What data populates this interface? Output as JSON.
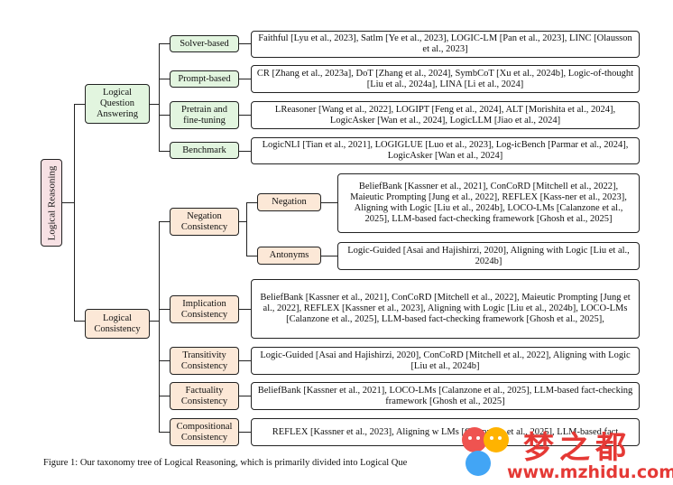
{
  "root": "Logical Reasoning",
  "branches": {
    "qa": "Logical Question Answering",
    "lc": "Logical Consistency"
  },
  "nodes": {
    "solver": "Solver-based",
    "prompt": "Prompt-based",
    "pretrain": "Pretrain and fine-tuning",
    "benchmark": "Benchmark",
    "negation_consistency": "Negation Consistency",
    "negation": "Negation",
    "antonyms": "Antonyms",
    "implication": "Implication Consistency",
    "transitivity": "Transitivity Consistency",
    "factuality": "Factuality Consistency",
    "compositional": "Compositional Consistency"
  },
  "leaves": {
    "solver": "Faithful [Lyu et al., 2023], Satlm [Ye et al., 2023], LOGIC-LM [Pan et al., 2023], LINC [Olausson et al., 2023]",
    "prompt": "CR [Zhang et al., 2023a], DoT [Zhang et al., 2024], SymbCoT [Xu et al., 2024b], Logic-of-thought [Liu et al., 2024a], LINA [Li et al., 2024]",
    "pretrain": "LReasoner [Wang et al., 2022], LOGIPT [Feng et al., 2024], ALT [Morishita et al., 2024], LogicAsker [Wan et al., 2024], LogicLLM [Jiao et al., 2024]",
    "benchmark": "LogicNLI [Tian et al., 2021], LOGIGLUE [Luo et al., 2023], Log-icBench [Parmar et al., 2024], LogicAsker [Wan et al., 2024]",
    "negation": "BeliefBank [Kassner et al., 2021], ConCoRD [Mitchell et al., 2022], Maieutic Prompting [Jung et al., 2022], REFLEX [Kass-ner et al., 2023], Aligning with Logic [Liu et al., 2024b], LOCO-LMs [Calanzone et al., 2025], LLM-based fact-checking framework [Ghosh et al., 2025]",
    "antonyms": "Logic-Guided [Asai and Hajishirzi, 2020], Aligning with Logic [Liu et al., 2024b]",
    "implication": "BeliefBank [Kassner et al., 2021], ConCoRD [Mitchell et al., 2022], Maieutic Prompting [Jung et al., 2022], REFLEX [Kassner et al., 2023], Aligning with Logic [Liu et al., 2024b], LOCO-LMs [Calanzone et al., 2025], LLM-based fact-checking framework [Ghosh et al., 2025],",
    "transitivity": "Logic-Guided [Asai and Hajishirzi, 2020], ConCoRD [Mitchell et al., 2022], Aligning with Logic [Liu et al., 2024b]",
    "factuality": "BeliefBank [Kassner et al., 2021], LOCO-LMs [Calanzone et al., 2025], LLM-based fact-checking framework [Ghosh et al., 2025]",
    "compositional": "REFLEX [Kassner et al., 2023], Aligning w LMs [Calanzone et al., 2025], LLM-based fact"
  },
  "caption": "Figure 1: Our taxonomy tree of Logical Reasoning, which is primarily divided into Logical Que",
  "watermark": {
    "text_cn": "梦之都",
    "url": "www.mzhidu.com"
  },
  "colors": {
    "root_fill": "#f7e1e4",
    "qa_fill": "#e2f5df",
    "lc_fill": "#fce8d7",
    "watermark": "#e53935"
  }
}
